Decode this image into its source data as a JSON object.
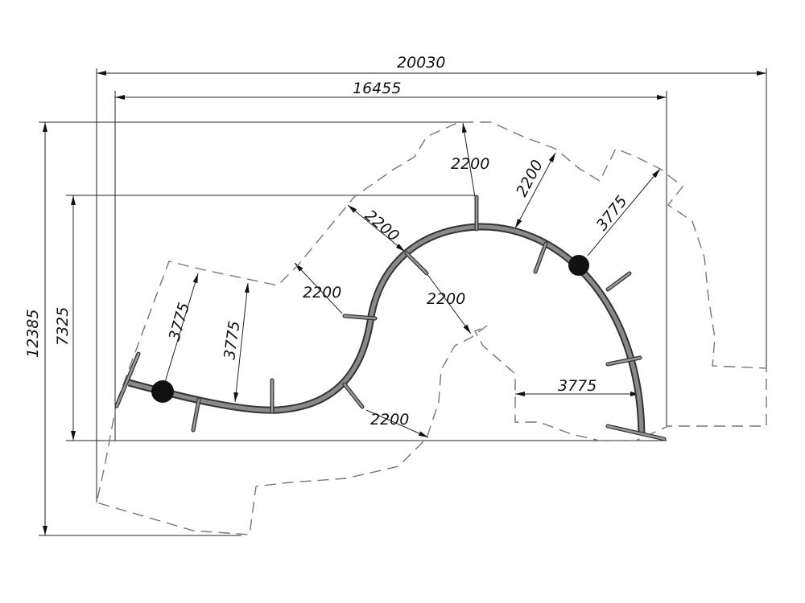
{
  "drawing": {
    "overall_width": "20030",
    "inner_width": "16455",
    "overall_height": "12385",
    "inner_height": "7325",
    "clearances": [
      "2200",
      "2200",
      "2200",
      "2200",
      "2200",
      "2200"
    ],
    "fall_zones": [
      "3775",
      "3775",
      "3775",
      "3775"
    ]
  }
}
